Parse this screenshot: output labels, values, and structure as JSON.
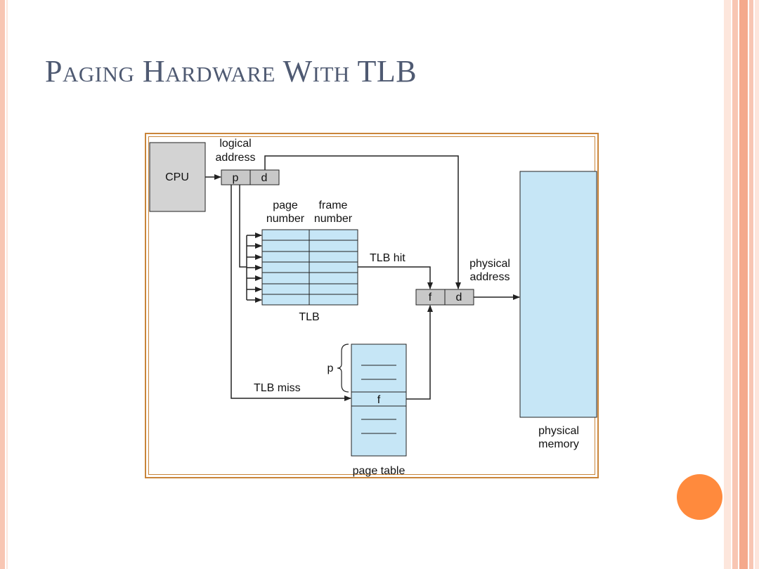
{
  "slide": {
    "title": "Paging Hardware With TLB",
    "accent_color": "#ff8a3d",
    "stripe_colors": [
      "#f8c6b3",
      "#fde6dc",
      "#f4a98c"
    ]
  },
  "diagram": {
    "cpu_label": "CPU",
    "logical_address_line1": "logical",
    "logical_address_line2": "address",
    "p_label": "p",
    "d_label": "d",
    "page_number_line1": "page",
    "page_number_line2": "number",
    "frame_number_line1": "frame",
    "frame_number_line2": "number",
    "tlb_label": "TLB",
    "tlb_hit_label": "TLB hit",
    "tlb_miss_label": "TLB miss",
    "physical_address_line1": "physical",
    "physical_address_line2": "address",
    "f_label": "f",
    "page_table_p_label": "p",
    "page_table_f_label": "f",
    "page_table_label": "page table",
    "physical_memory_line1": "physical",
    "physical_memory_line2": "memory",
    "colors": {
      "cpu_fill": "#d3d3d3",
      "register_fill": "#c8c8c8",
      "table_fill": "#c6e6f6",
      "line": "#222222"
    }
  }
}
